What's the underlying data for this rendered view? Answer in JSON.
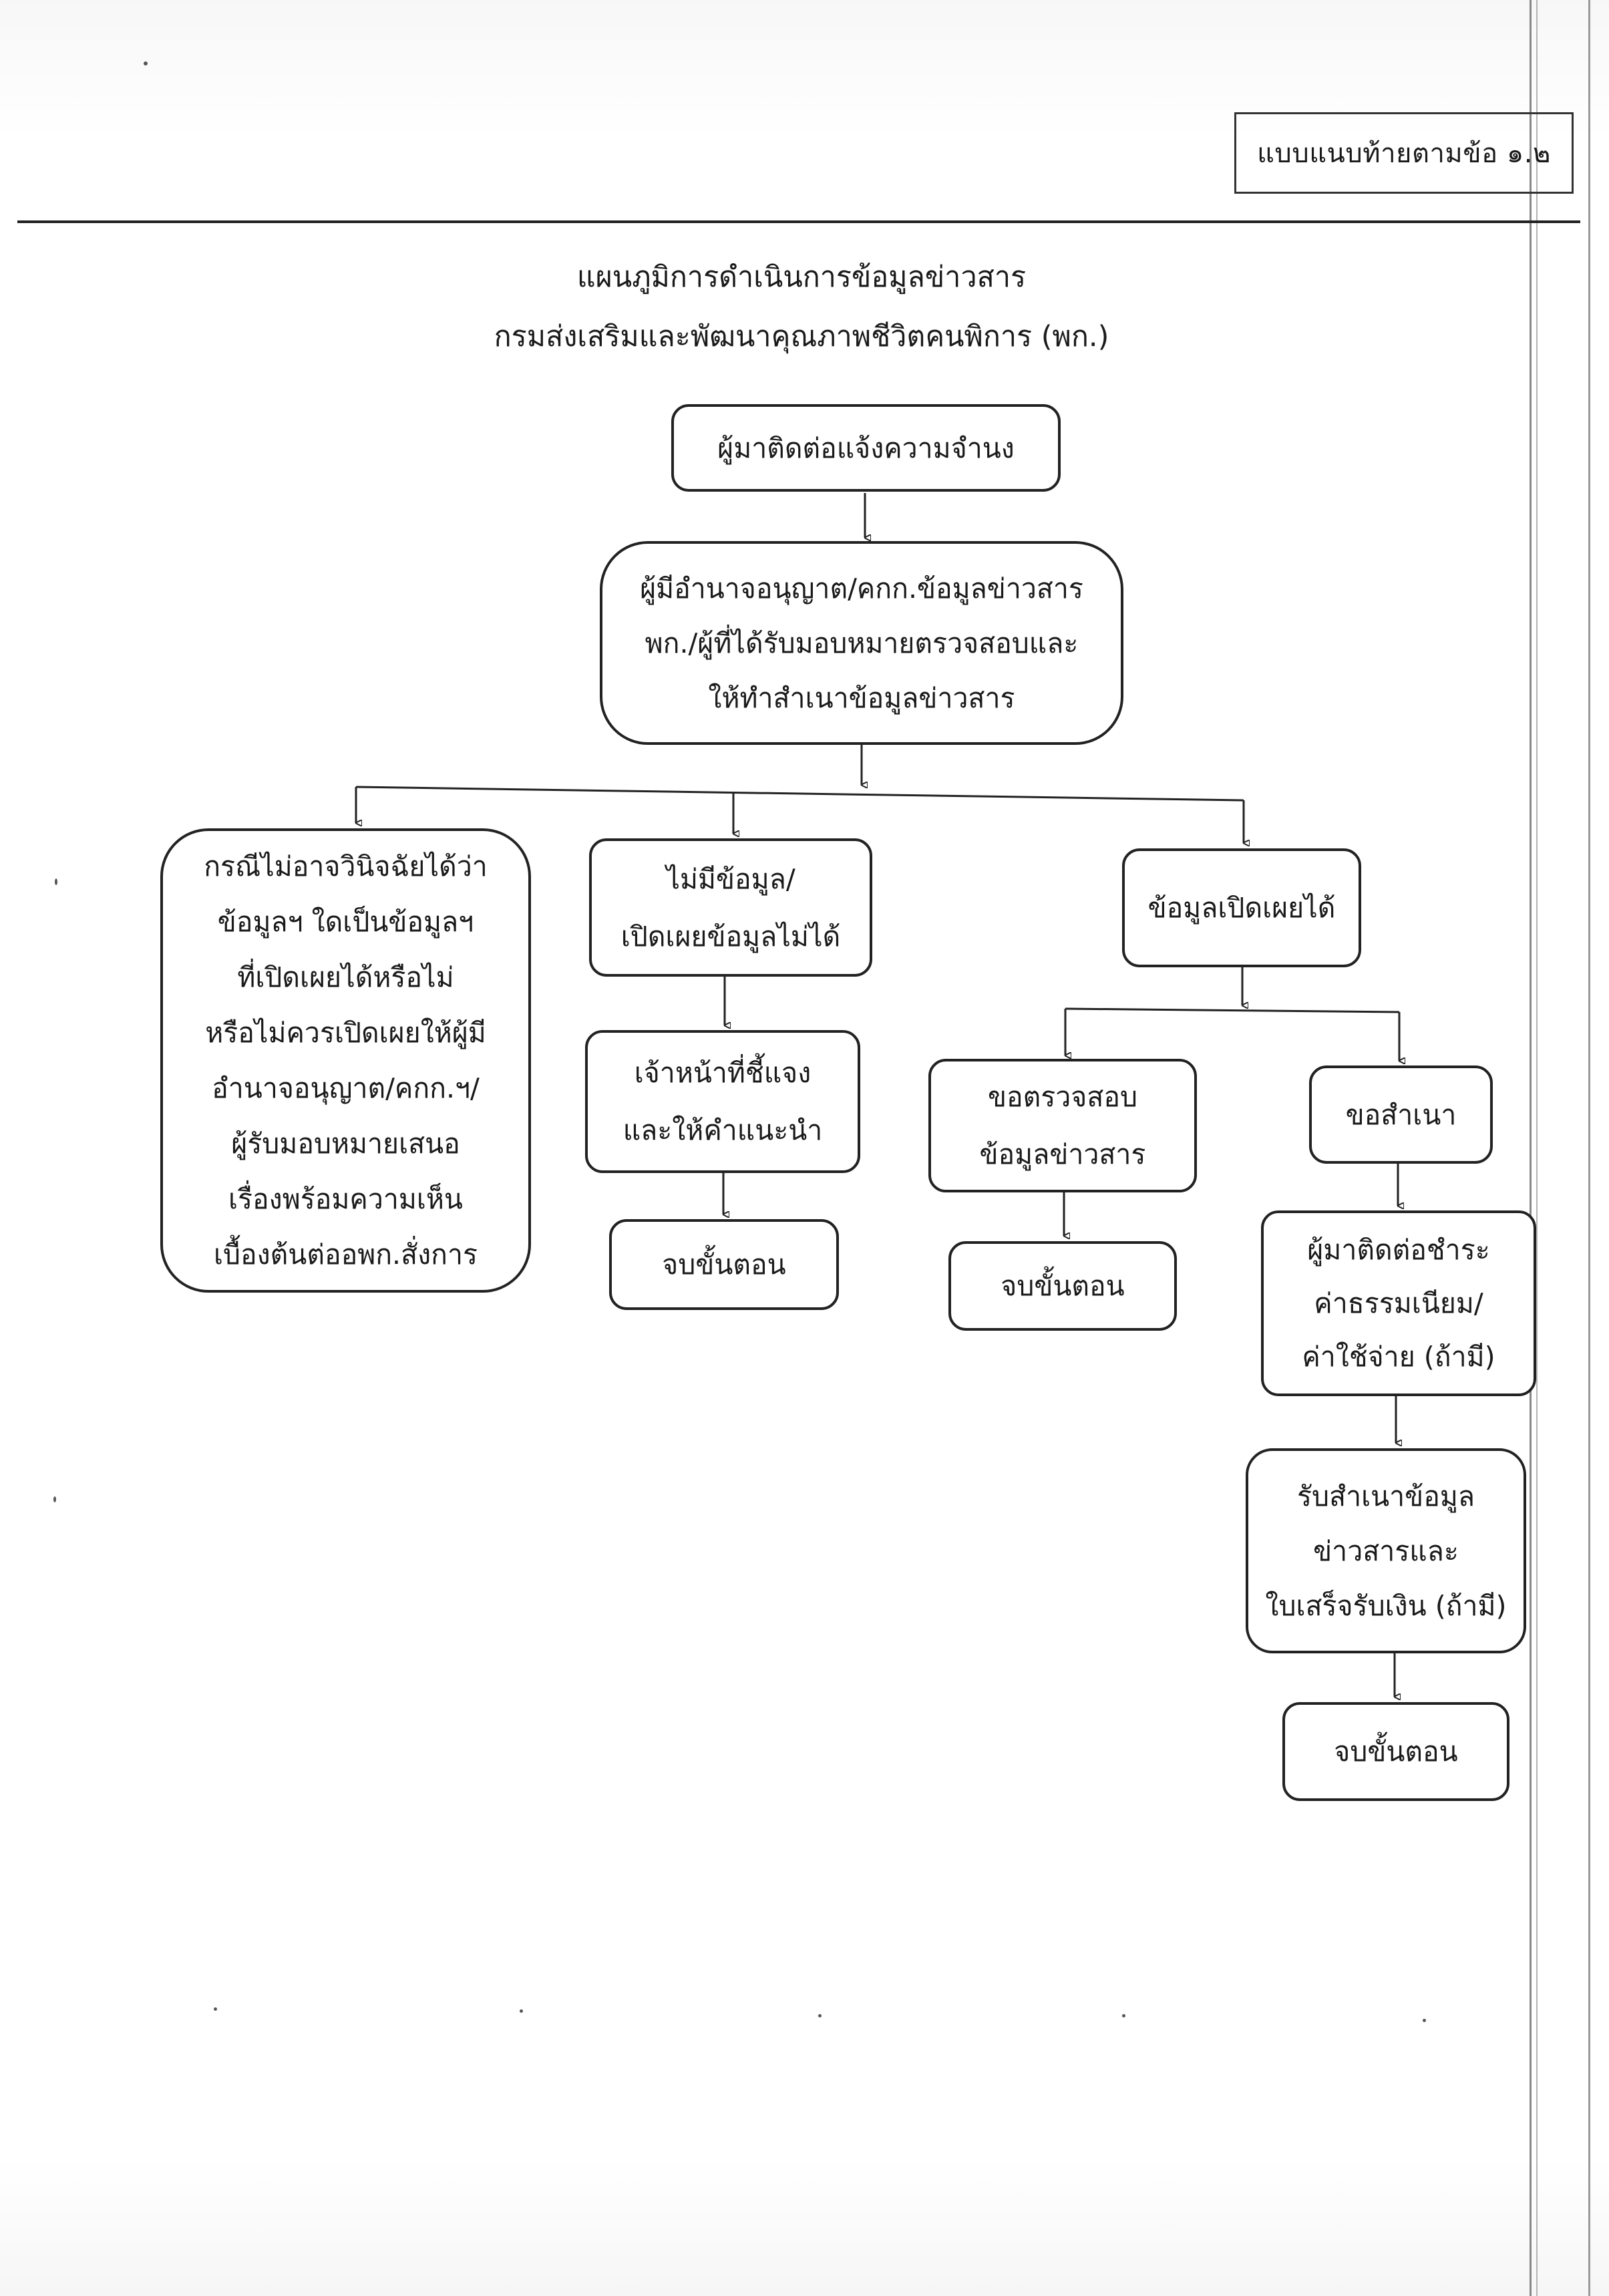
{
  "header": {
    "form_reference": "แบบแนบท้ายตามข้อ ๑.๒"
  },
  "title": {
    "line1": "แผนภูมิการดำเนินการข้อมูลข่าวสาร",
    "line2": "กรมส่งเสริมและพัฒนาคุณภาพชีวิตคนพิการ (พก.)"
  },
  "flow": {
    "request": [
      "ผู้มาติดต่อแจ้งความจำนง"
    ],
    "authorize": [
      "ผู้มีอำนาจอนุญาต/คกก.ข้อมูลข่าวสาร",
      "พก./ผู้ที่ได้รับมอบหมายตรวจสอบและ",
      "ให้ทำสำเนาข้อมูลข่าวสาร"
    ],
    "undecidable_case": [
      "กรณีไม่อาจวินิจฉัยได้ว่า",
      "ข้อมูลฯ ใดเป็นข้อมูลฯ",
      "ที่เปิดเผยได้หรือไม่",
      "หรือไม่ควรเปิดเผยให้ผู้มี",
      "อำนาจอนุญาต/คกก.ฯ/",
      "ผู้รับมอบหมายเสนอ",
      "เรื่องพร้อมความเห็น",
      "เบื้องต้นต่ออพก.สั่งการ"
    ],
    "no_info": [
      "ไม่มีข้อมูล/",
      "เปิดเผยข้อมูลไม่ได้"
    ],
    "officer_explains": [
      "เจ้าหน้าที่ชี้แจง",
      "และให้คำแนะนำ"
    ],
    "end_a": [
      "จบขั้นตอน"
    ],
    "disclosable": [
      "ข้อมูลเปิดเผยได้"
    ],
    "request_inspect": [
      "ขอตรวจสอบ",
      "ข้อมูลข่าวสาร"
    ],
    "end_b": [
      "จบขั้นตอน"
    ],
    "request_copy": [
      "ขอสำเนา"
    ],
    "pay_fee": [
      "ผู้มาติดต่อชำระ",
      "ค่าธรรมเนียม/",
      "ค่าใช้จ่าย (ถ้ามี)"
    ],
    "receive_copy": [
      "รับสำเนาข้อมูล",
      "ข่าวสารและ",
      "ใบเสร็จรับเงิน (ถ้ามี)"
    ],
    "end_c": [
      "จบขั้นตอน"
    ]
  }
}
